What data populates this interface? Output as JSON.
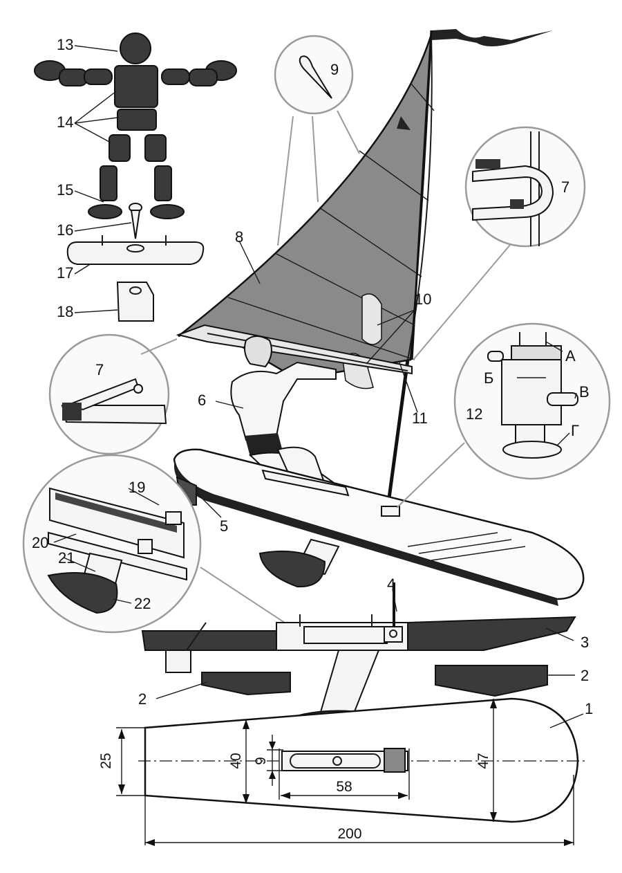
{
  "labels": {
    "n1": "1",
    "n2a": "2",
    "n2b": "2",
    "n3": "3",
    "n4": "4",
    "n5": "5",
    "n6": "6",
    "n7a": "7",
    "n7b": "7",
    "n8": "8",
    "n9": "9",
    "n10": "10",
    "n11": "11",
    "n12": "12",
    "n13": "13",
    "n14": "14",
    "n15": "15",
    "n16": "16",
    "n17": "17",
    "n18": "18",
    "n19": "19",
    "n20": "20",
    "n21": "21",
    "n22": "22",
    "a": "А",
    "b": "Б",
    "v": "В",
    "g": "Г"
  },
  "dimensions": {
    "length": "200",
    "width_max": "47",
    "width_mid": "40",
    "width_stern": "25",
    "slot_length": "58",
    "slot_width": "9"
  },
  "colors": {
    "sail": "#8a8a8a",
    "dark_parts": "#3a3a3a",
    "callout_circle": "#9a9a9a"
  }
}
